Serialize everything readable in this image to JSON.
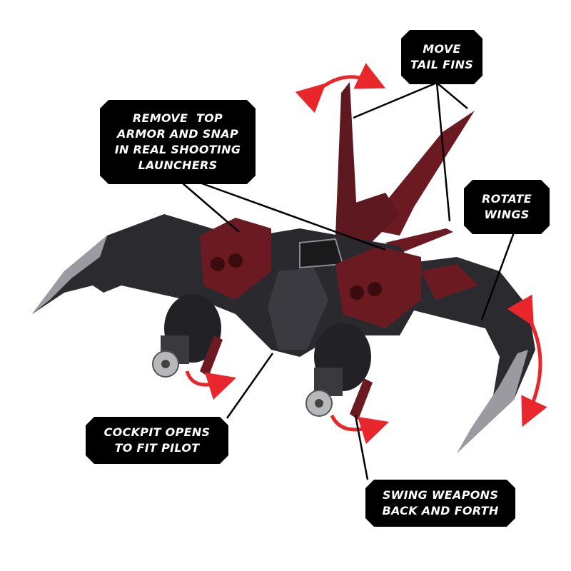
{
  "callouts": {
    "tail_fins": [
      "MOVE",
      "TAIL FINS"
    ],
    "launchers": [
      "REMOVE  TOP",
      "ARMOR AND SNAP",
      "IN REAL SHOOTING",
      "LAUNCHERS"
    ],
    "wings": [
      "ROTATE",
      "WINGS"
    ],
    "cockpit": [
      "COCKPIT OPENS",
      "TO FIT PILOT"
    ],
    "weapons": [
      "SWING WEAPONS",
      "BACK AND FORTH"
    ]
  },
  "colors": {
    "hull_red": "#6b1a22",
    "hull_dark": "#2a2a2e",
    "arrow_red": "#e8262b",
    "callout_bg": "#000000"
  }
}
